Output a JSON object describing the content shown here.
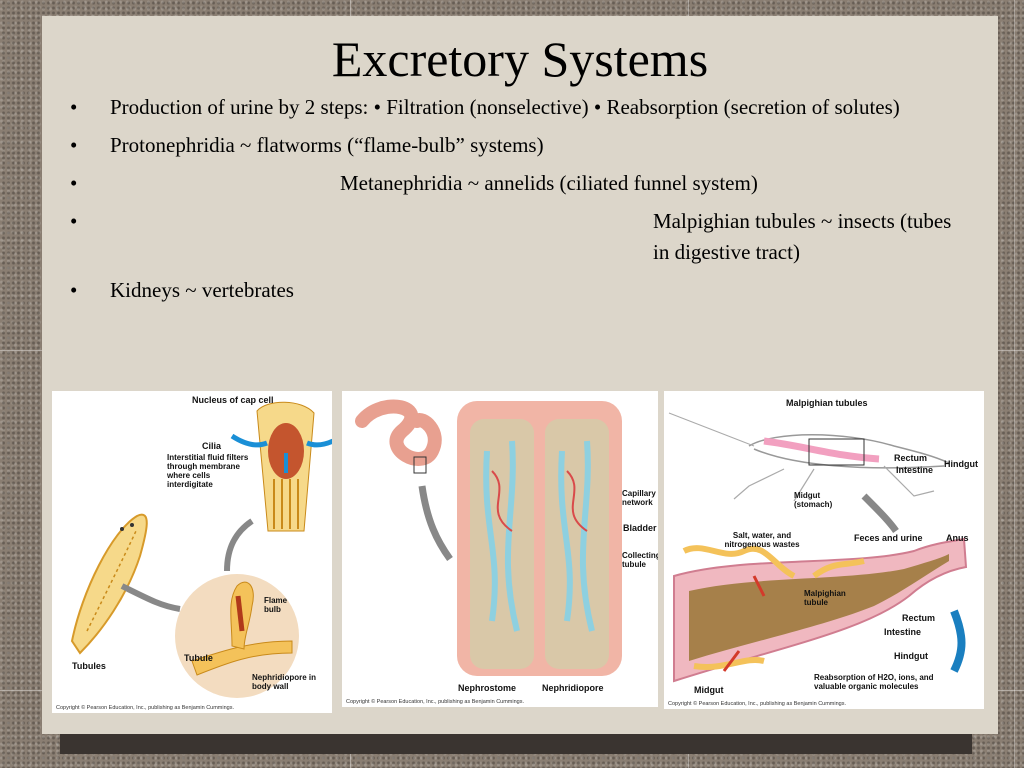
{
  "slide": {
    "title": "Excretory Systems",
    "bullets": [
      {
        "marker": "•",
        "text": "Production of urine by 2 steps: • Filtration (nonselective) • Reabsorption (secretion of solutes)"
      },
      {
        "marker": "•",
        "text": "Protonephridia ~ flatworms (“flame-bulb” systems)"
      },
      {
        "marker": "•",
        "text": "Metanephridia ~ annelids (ciliated funnel system)"
      },
      {
        "marker": "•",
        "text": "Malpighian tubules ~ insects (tubes in digestive tract)"
      },
      {
        "marker": "•",
        "text": "Kidneys ~ vertebrates"
      }
    ]
  },
  "figure_flatworm": {
    "labels": {
      "nucleus": "Nucleus of cap cell",
      "cilia": "Cilia",
      "interstitial": "Interstitial fluid filters through membrane where cells interdigitate",
      "flame_bulb": "Flame bulb",
      "tubules": "Tubules",
      "tubule": "Tubule",
      "nephridiopore": "Nephridiopore in body wall"
    },
    "copyright": "Copyright © Pearson Education, Inc., publishing as Benjamin Cummings."
  },
  "figure_earthworm": {
    "labels": {
      "capillary": "Capillary network",
      "bladder": "Bladder",
      "collecting": "Collecting tubule",
      "nephrostome": "Nephrostome",
      "nephridiopore": "Nephridiopore"
    },
    "copyright": "Copyright © Pearson Education, Inc., publishing as Benjamin Cummings."
  },
  "figure_insect": {
    "labels": {
      "malpighian_top": "Malpighian tubules",
      "rectum_top": "Rectum",
      "intestine_top": "Intestine",
      "hindgut_top": "Hindgut",
      "midgut_top": "Midgut (stomach)",
      "salt": "Salt, water, and nitrogenous wastes",
      "feces": "Feces and urine",
      "anus": "Anus",
      "malpighian_bottom": "Malpighian tubule",
      "rectum_bottom": "Rectum",
      "intestine_bottom": "Intestine",
      "hindgut_bottom": "Hindgut",
      "midgut_bottom": "Midgut",
      "reabsorption": "Reabsorption of H2O, ions, and valuable organic molecules"
    },
    "copyright": "Copyright © Pearson Education, Inc., publishing as Benjamin Cummings."
  },
  "colors": {
    "slide_bg": "#dcd6ca",
    "shadow": "#3a3430",
    "tissue": "#f3b7b0",
    "tubule_yellow": "#f4c25a"
  }
}
